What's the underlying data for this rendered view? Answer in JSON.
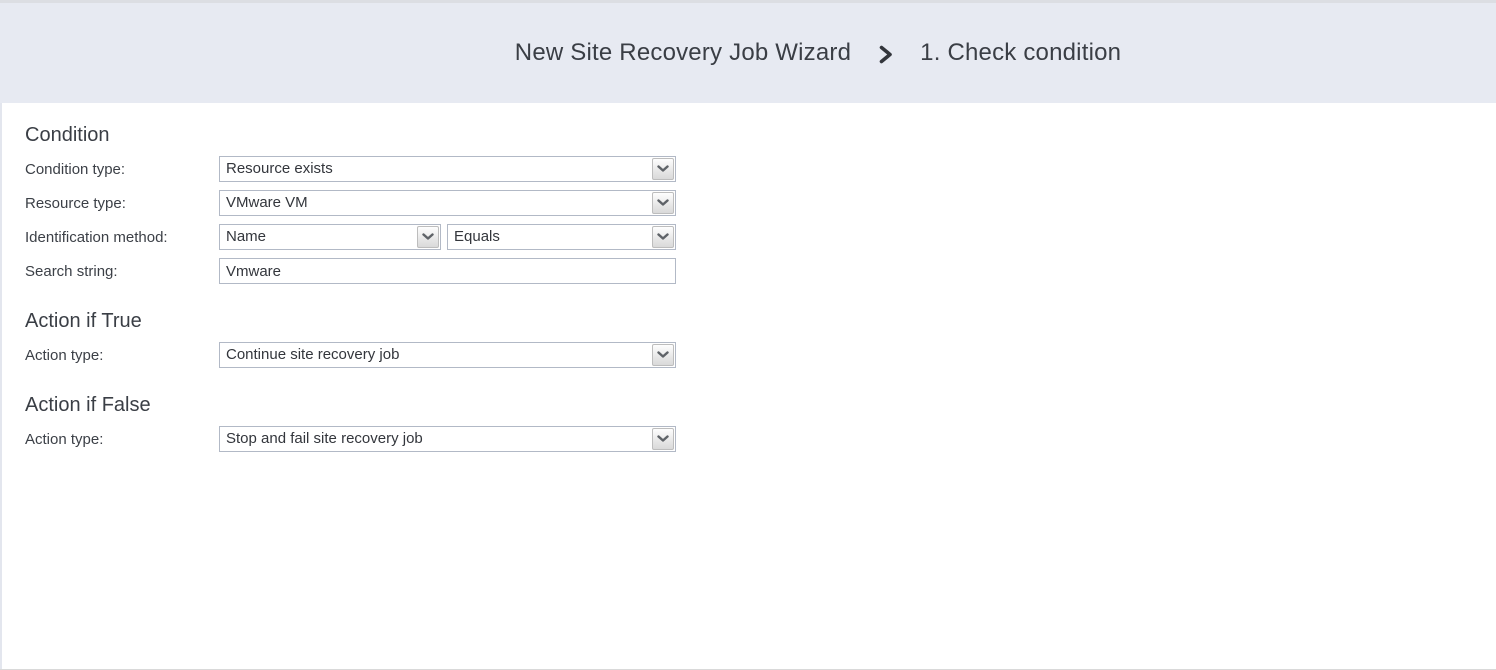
{
  "header": {
    "wizard_title": "New Site Recovery Job Wizard",
    "step_title": "1. Check condition"
  },
  "form": {
    "condition": {
      "heading": "Condition",
      "condition_type": {
        "label": "Condition type:",
        "value": "Resource exists"
      },
      "resource_type": {
        "label": "Resource type:",
        "value": "VMware VM"
      },
      "identification_method": {
        "label": "Identification method:",
        "method_value": "Name",
        "operator_value": "Equals"
      },
      "search_string": {
        "label": "Search string:",
        "value": "Vmware"
      }
    },
    "action_if_true": {
      "heading": "Action if True",
      "action_type": {
        "label": "Action type:",
        "value": "Continue site recovery job"
      }
    },
    "action_if_false": {
      "heading": "Action if False",
      "action_type": {
        "label": "Action type:",
        "value": "Stop and fail site recovery job"
      }
    }
  },
  "icons": {
    "header_separator": "chevron-right-icon",
    "dropdown_arrow": "chevron-down-icon"
  },
  "colors": {
    "header_bg": "#e7eaf2",
    "header_top_line": "#dcdee3",
    "title_text": "#3a3e45",
    "body_text": "#3c4047",
    "field_border": "#b2b9c6",
    "content_left_border": "#e3e6ee"
  }
}
